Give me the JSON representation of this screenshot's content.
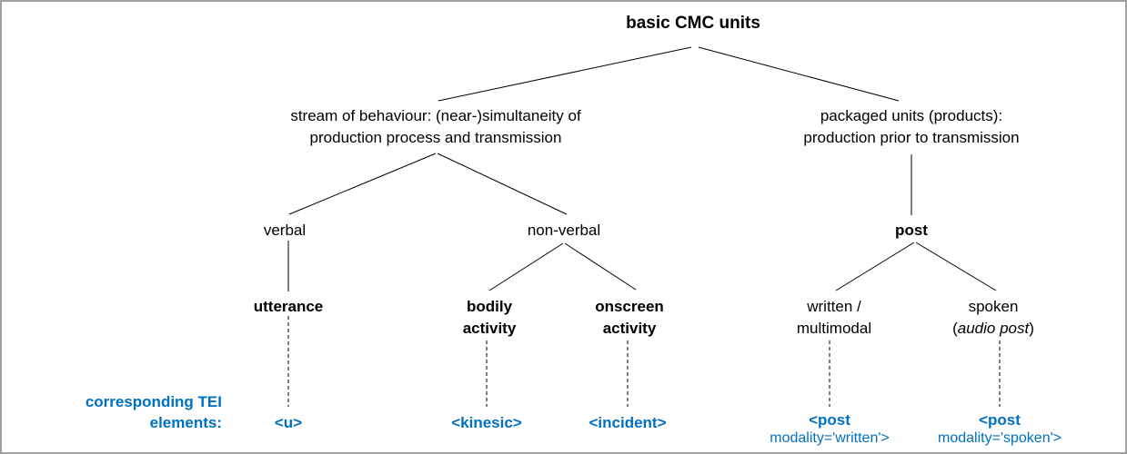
{
  "diagram": {
    "colors": {
      "accent_blue": "#0070C0",
      "line": "#000000",
      "frame": "#a0a0a0"
    },
    "nodes": {
      "root": "basic CMC units",
      "stream": {
        "line1": "stream of behaviour: (near-)simultaneity of",
        "line2": "production process and transmission"
      },
      "packaged": {
        "line1": "packaged units (products):",
        "line2": "production prior to transmission"
      },
      "verbal": "verbal",
      "nonverbal": "non-verbal",
      "post": "post",
      "utterance": "utterance",
      "bodily": {
        "line1": "bodily",
        "line2": "activity"
      },
      "onscreen": {
        "line1": "onscreen",
        "line2": "activity"
      },
      "written": {
        "line1": "written /",
        "line2": "multimodal"
      },
      "spoken": {
        "line1": "spoken",
        "paren_open": "(",
        "italic": "audio post",
        "paren_close": ")"
      }
    },
    "tei": {
      "caption_line1": "corresponding TEI",
      "caption_line2": "elements:",
      "u": "<u>",
      "kinesic": "<kinesic>",
      "incident": "<incident>",
      "post_written_line1": "<post",
      "post_written_line2": "modality='written'>",
      "post_spoken_line1": "<post",
      "post_spoken_line2": "modality='spoken'>"
    }
  }
}
